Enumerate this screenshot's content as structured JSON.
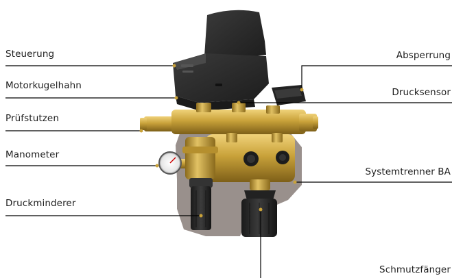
{
  "labels": {
    "steuerung": "Steuerung",
    "motorkugelhahn": "Motorkugelhahn",
    "pruefstutzen": "Prüfstutzen",
    "manometer": "Manometer",
    "druckminderer": "Druckminderer",
    "absperrung": "Absperrung",
    "drucksensor": "Drucksensor",
    "systemtrenner": "Systemtrenner BA",
    "schmutzfaenger": "Schmutzfänger"
  },
  "colors": {
    "brass": "#c9a23a",
    "brass_dark": "#8a6a1c",
    "brass_light": "#e6c86a",
    "housing": "#2b2b2b",
    "backplate": "#8e8480",
    "leader": "#000000"
  }
}
